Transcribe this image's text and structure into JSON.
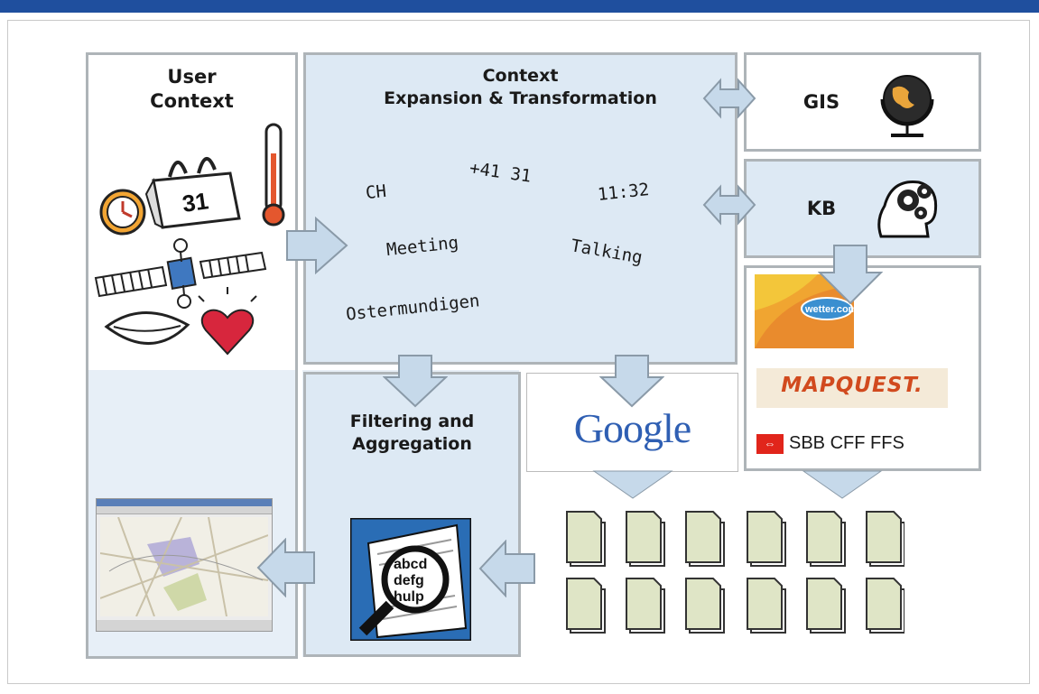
{
  "user_context": {
    "line1": "User",
    "line2": "Context"
  },
  "context_expansion": {
    "line1": "Context",
    "line2": "Expansion & Transformation",
    "terms": {
      "ch": "CH",
      "phone": "+41 31",
      "time": "11:32",
      "meeting": "Meeting",
      "talking": "Talking",
      "place": "Ostermundigen"
    },
    "calendar_day": "31"
  },
  "gis": {
    "label": "GIS"
  },
  "kb": {
    "label": "KB"
  },
  "filtering": {
    "line1": "Filtering and",
    "line2": "Aggregation",
    "magnifier_letters": [
      "abcd",
      "defg",
      "hulp"
    ]
  },
  "services": {
    "google": "Google",
    "wetter": "wetter.com",
    "mapquest": "MAPQUEST.",
    "sbb": "SBB CFF FFS"
  },
  "colors": {
    "top_bar": "#1f4f9e",
    "panel_blue": "#dde9f4",
    "panel_border": "#aeb4b8",
    "arrow_fill": "#c6d9ea",
    "document_fill": "#dfe5c6"
  }
}
